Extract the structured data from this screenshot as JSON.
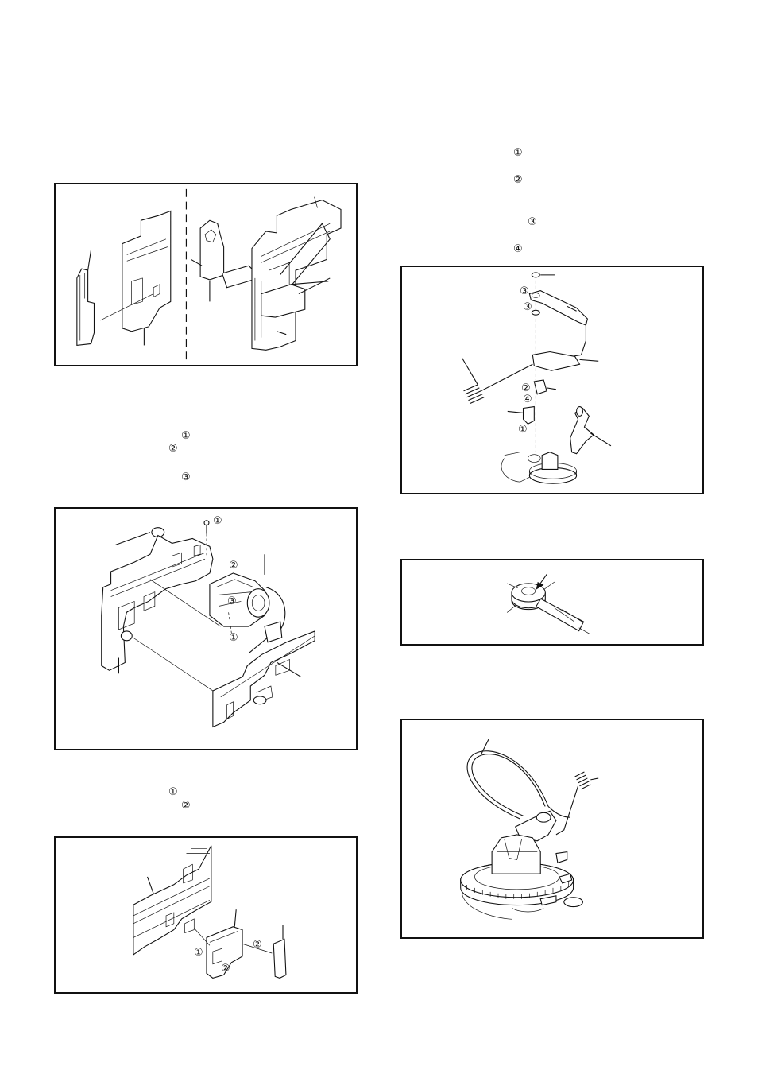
{
  "marks": {
    "m1": "①",
    "m2": "②",
    "m3": "③",
    "m4": "④"
  }
}
